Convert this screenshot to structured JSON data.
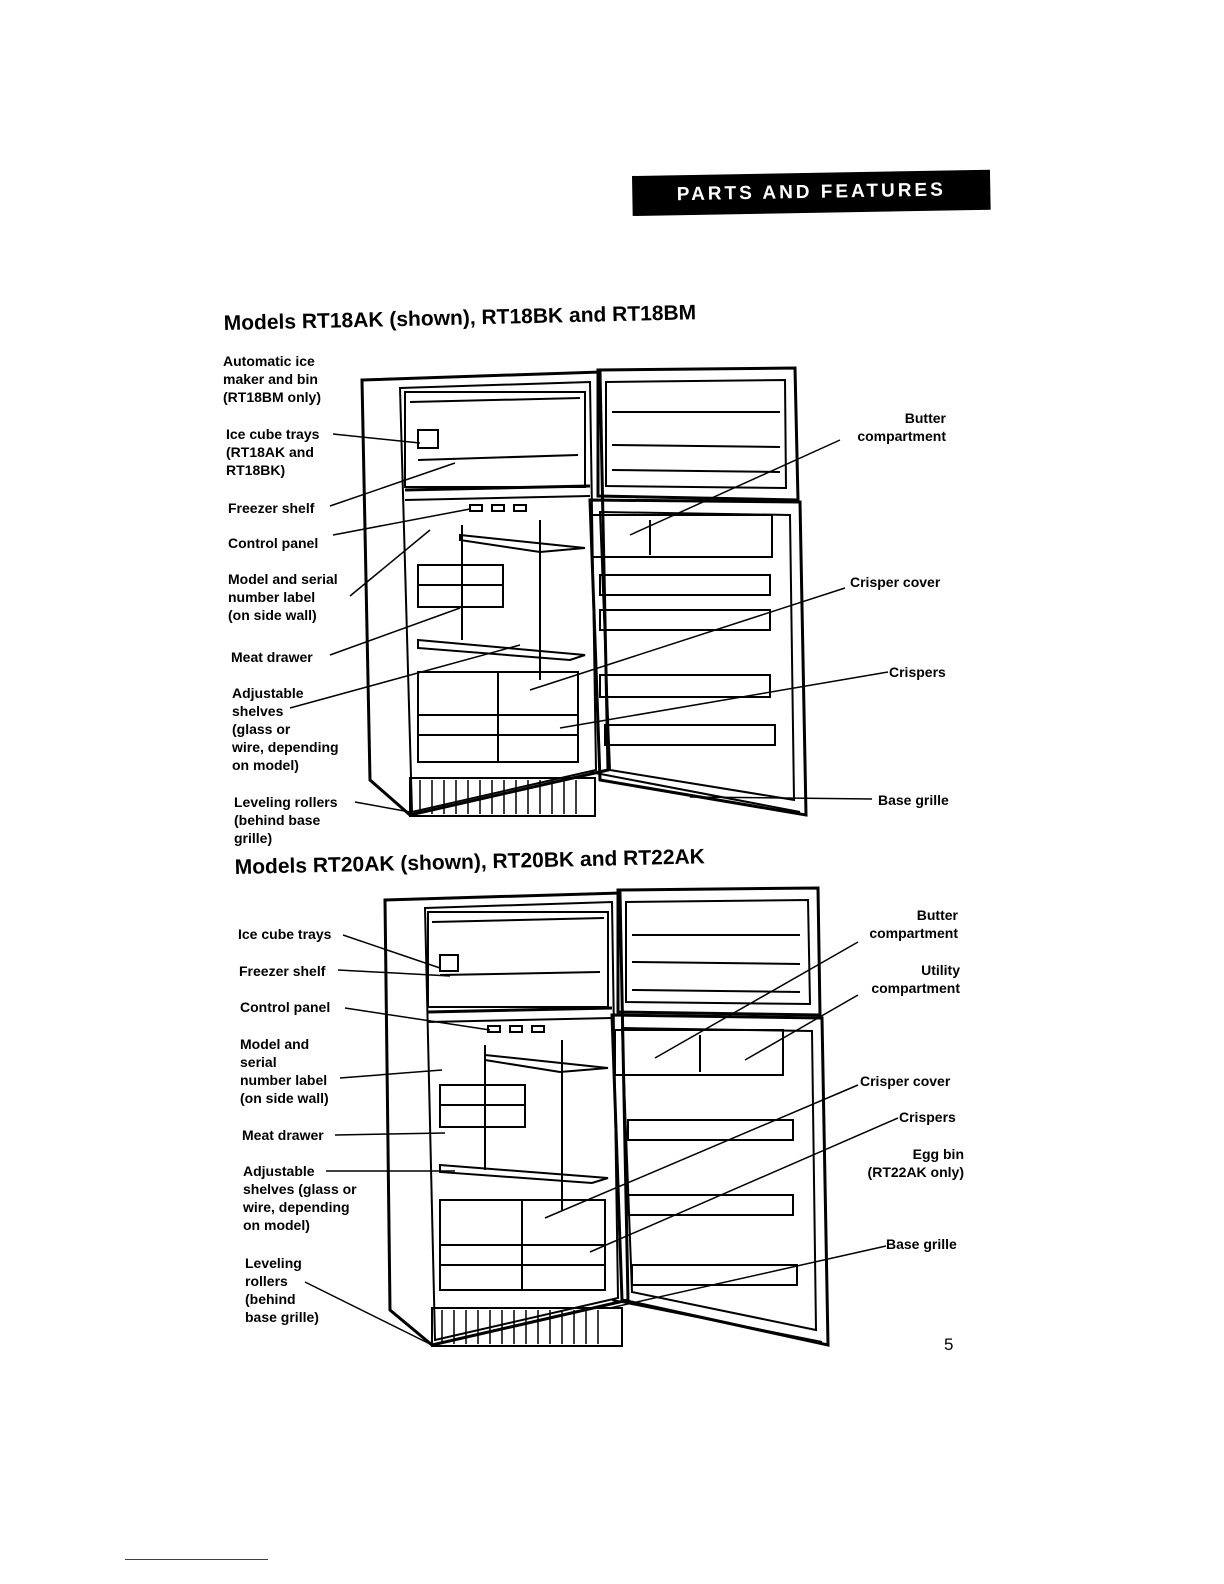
{
  "header": {
    "banner": "PARTS AND FEATURES"
  },
  "section1": {
    "title": "Models RT18AK (shown), RT18BK and RT18BM",
    "labels_left": [
      "Automatic ice\nmaker and bin\n(RT18BM only)",
      "Ice cube trays\n(RT18AK and\nRT18BK)",
      "Freezer shelf",
      "Control panel",
      "Model and serial\nnumber label\n(on side wall)",
      "Meat drawer",
      "Adjustable\nshelves\n(glass or\nwire, depending\non model)",
      "Leveling rollers\n(behind base\ngrille)"
    ],
    "labels_right": [
      "Butter\ncompartment",
      "Crisper cover",
      "Crispers",
      "Base grille"
    ]
  },
  "section2": {
    "title": "Models RT20AK (shown), RT20BK and RT22AK",
    "labels_left": [
      "Ice cube trays",
      "Freezer shelf",
      "Control panel",
      "Model and\nserial\nnumber label\n(on side wall)",
      "Meat drawer",
      "Adjustable\nshelves (glass or\nwire, depending\non model)",
      "Leveling\nrollers\n(behind\nbase grille)"
    ],
    "labels_right": [
      "Butter\ncompartment",
      "Utility\ncompartment",
      "Crisper cover",
      "Crispers",
      "Egg bin\n(RT22AK only)",
      "Base grille"
    ]
  },
  "page_number": "5"
}
